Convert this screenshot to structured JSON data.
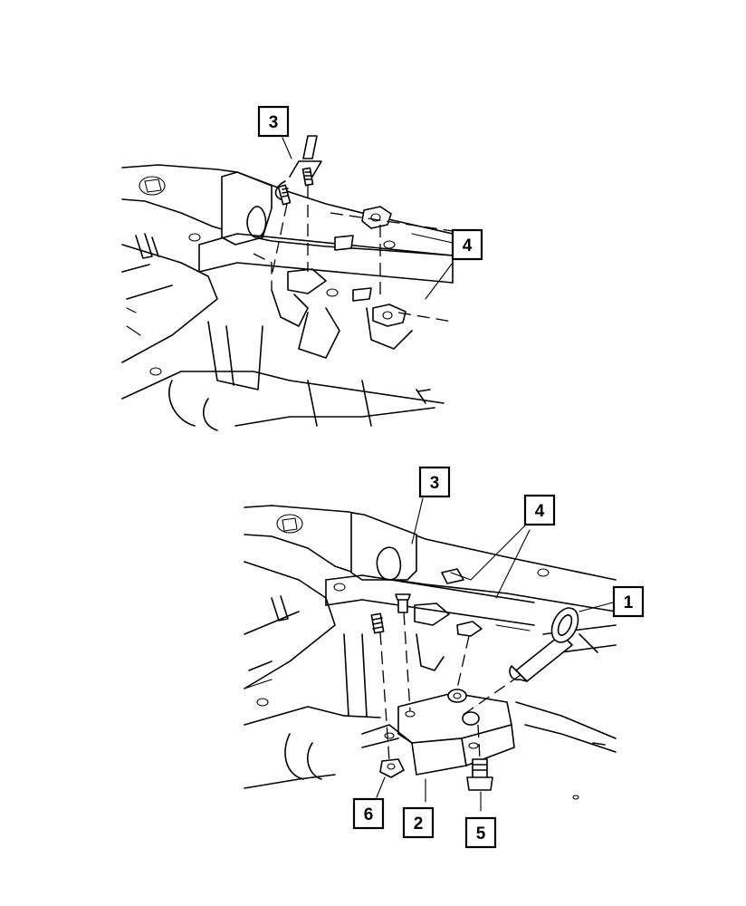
{
  "figure": {
    "upper_view": {
      "callouts": [
        {
          "id": "upper-callout-3",
          "label": "3"
        },
        {
          "id": "upper-callout-4",
          "label": "4"
        }
      ]
    },
    "lower_view": {
      "callouts": [
        {
          "id": "lower-callout-3",
          "label": "3"
        },
        {
          "id": "lower-callout-4",
          "label": "4"
        },
        {
          "id": "lower-callout-1",
          "label": "1"
        },
        {
          "id": "lower-callout-6",
          "label": "6"
        },
        {
          "id": "lower-callout-2",
          "label": "2"
        },
        {
          "id": "lower-callout-5",
          "label": "5"
        }
      ]
    }
  },
  "colors": {
    "line": "#000000",
    "background": "#ffffff"
  }
}
